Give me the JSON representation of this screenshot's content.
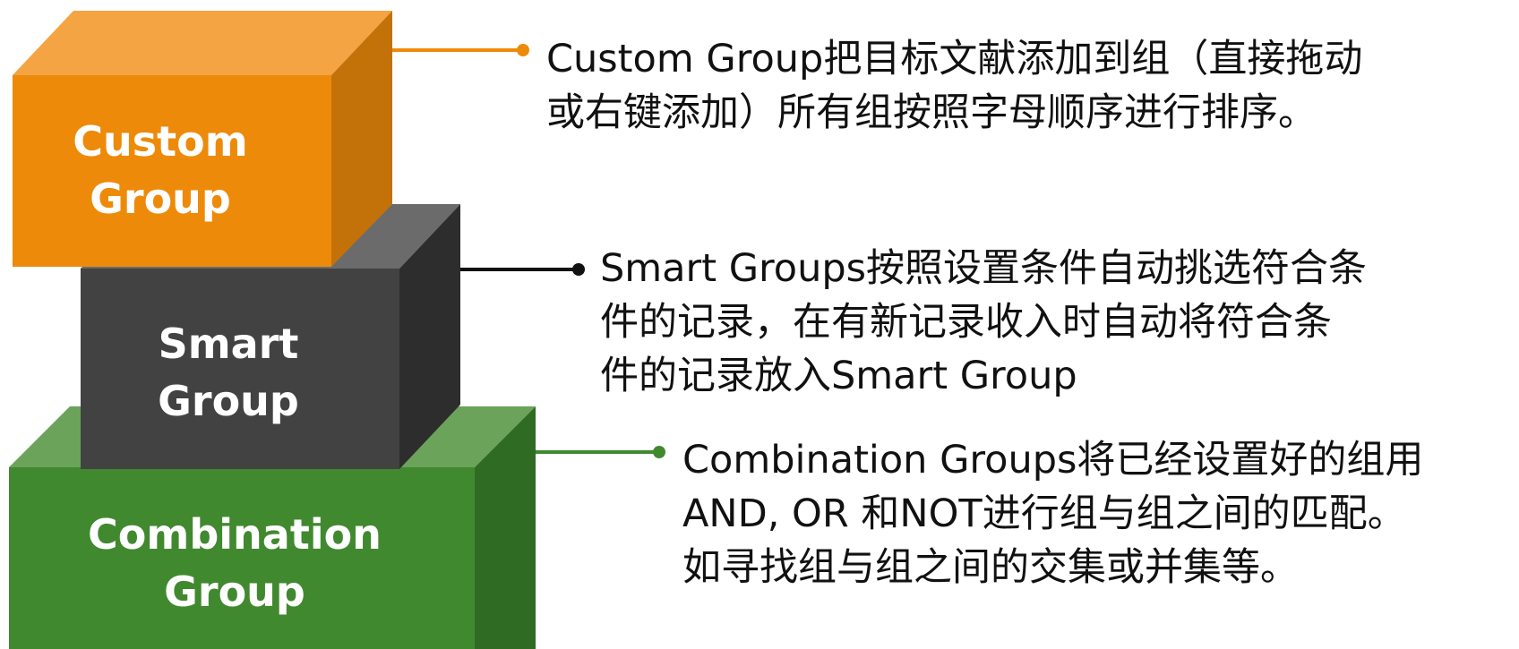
{
  "colors": {
    "custom_front": "#EE8A0A",
    "custom_top": "#F4A442",
    "custom_side": "#C3720A",
    "smart_front": "#424242",
    "smart_top": "#6B6B6B",
    "smart_side": "#2D2D2D",
    "combination_front": "#41892F",
    "combination_top": "#6BA35B",
    "combination_side": "#2F6B23",
    "text": "#111111",
    "label_text": "#FFFFFF"
  },
  "blocks": [
    {
      "id": "custom",
      "label_lines": [
        "Custom",
        "Group"
      ],
      "description_lines": [
        "Custom Group把目标文献添加到组（直接拖动",
        "或右键添加）所有组按照字母顺序进行排序。"
      ]
    },
    {
      "id": "smart",
      "label_lines": [
        "Smart",
        "Group"
      ],
      "description_lines": [
        "Smart  Groups按照设置条件自动挑选符合条",
        "件的记录，在有新记录收入时自动将符合条",
        "件的记录放入Smart Group"
      ]
    },
    {
      "id": "combination",
      "label_lines": [
        "Combination",
        "Group"
      ],
      "description_lines": [
        "Combination  Groups将已经设置好的组用",
        "AND,  OR  和NOT进行组与组之间的匹配。",
        "如寻找组与组之间的交集或并集等。"
      ]
    }
  ]
}
